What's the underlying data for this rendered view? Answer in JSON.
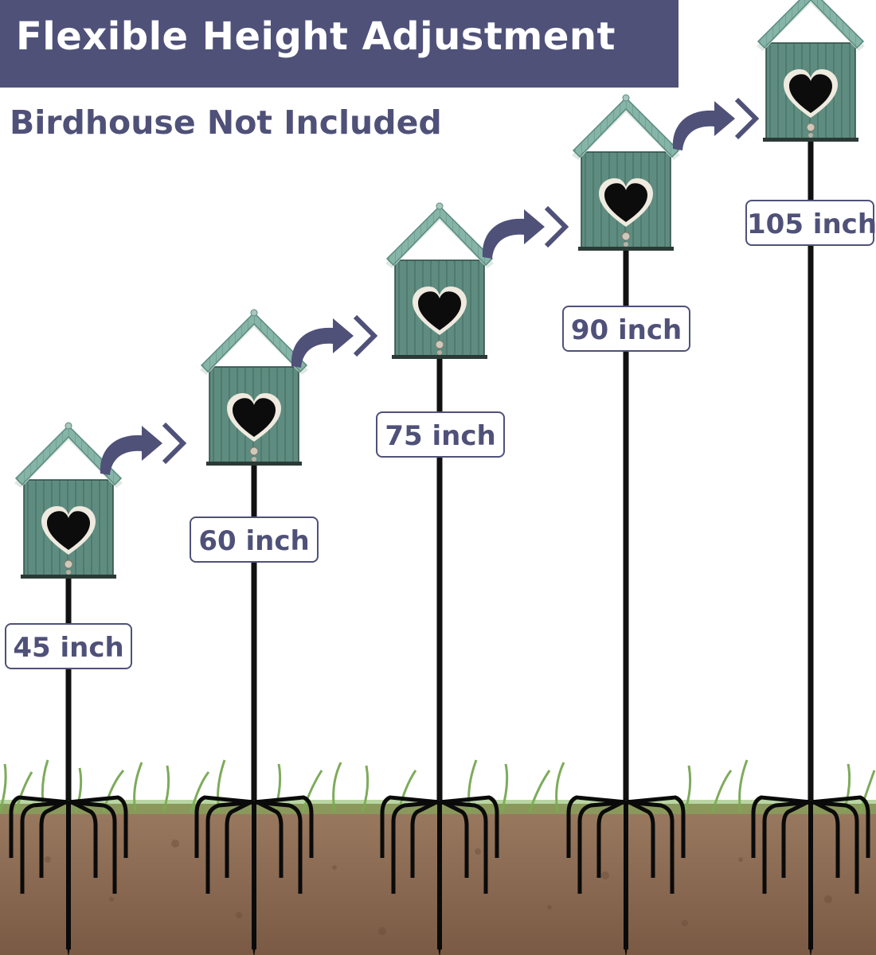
{
  "header": {
    "title": "Flexible Height Adjustment"
  },
  "subtitle": "Birdhouse Not Included",
  "colors": {
    "banner": "#4f5179",
    "label_text": "#4f5179",
    "arrow": "#4f5179",
    "birdhouse": "#5d8a7e",
    "roof": "#7fb0a3",
    "pole": "#111111",
    "soil": "#8a6a52",
    "grass": "#6fa34a"
  },
  "stakes": [
    {
      "height_label": "45 inch"
    },
    {
      "height_label": "60 inch"
    },
    {
      "height_label": "75 inch"
    },
    {
      "height_label": "90 inch"
    },
    {
      "height_label": "105 inch"
    }
  ]
}
